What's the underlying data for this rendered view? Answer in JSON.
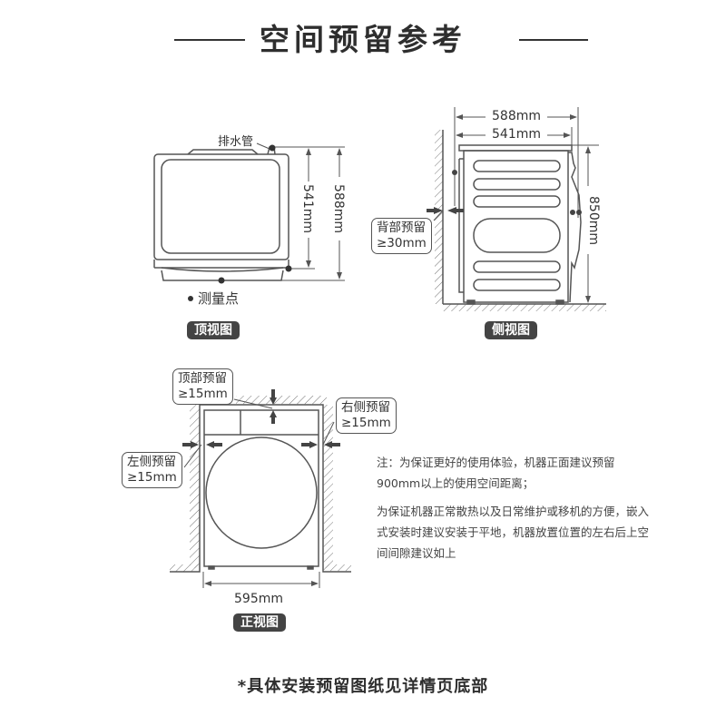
{
  "title": "空间预留参考",
  "top_view": {
    "tag": "顶视图",
    "drain_label": "排水管",
    "dim_inner": "541mm",
    "dim_outer": "588mm",
    "legend_label": "测量点"
  },
  "side_view": {
    "tag": "侧视图",
    "dim_outer": "588mm",
    "dim_inner": "541mm",
    "dim_height": "850mm",
    "back_clearance_title": "背部预留",
    "back_clearance_value": "≥30mm"
  },
  "front_view": {
    "tag": "正视图",
    "dim_width": "595mm",
    "top_clearance_title": "顶部预留",
    "top_clearance_value": "≥15mm",
    "right_clearance_title": "右侧预留",
    "right_clearance_value": "≥15mm",
    "left_clearance_title": "左侧预留",
    "left_clearance_value": "≥15mm"
  },
  "notes": [
    "注：为保证更好的使用体验，机器正面建议预留900mm以上的使用空间距离；",
    "为保证机器正常散热以及日常维护或移机的方便，嵌入式安装时建议安装于平地，机器放置位置的左右后上空间间隙建议如上"
  ],
  "footer": "*具体安装预留图纸见详情页底部",
  "colors": {
    "line": "#555555",
    "text": "#333333",
    "tag_bg": "#444444"
  }
}
